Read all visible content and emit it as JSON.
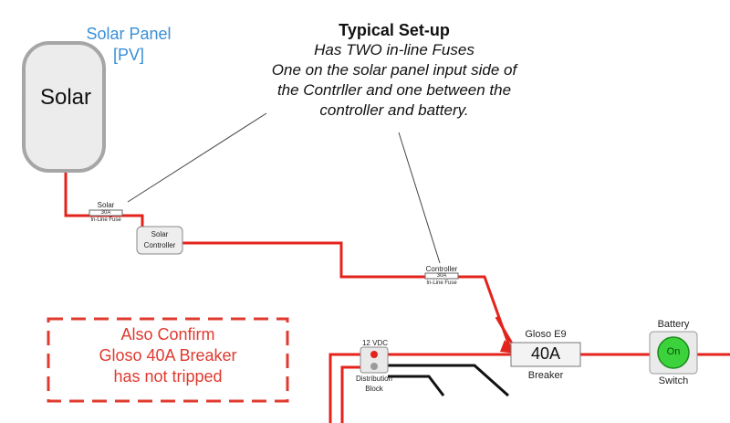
{
  "title": {
    "heading": "Typical Set-up",
    "lines": [
      "Has TWO in-line Fuses",
      "One on the solar panel input side of",
      "the Contrller and one between the",
      "controller and battery."
    ]
  },
  "solar_panel": {
    "caption_line1": "Solar Panel",
    "caption_line2": "[PV]",
    "box_label": "Solar"
  },
  "fuses": {
    "solar": {
      "name": "Solar",
      "rating": "30A",
      "type": "In-Line Fuse"
    },
    "controller": {
      "name": "Controller",
      "rating": "30A",
      "type": "In-Line Fuse"
    }
  },
  "solar_controller": {
    "line1": "Solar",
    "line2": "Controller"
  },
  "breaker": {
    "brand": "Gloso  E9",
    "rating": "40A",
    "caption": "Breaker"
  },
  "battery_switch": {
    "top": "Battery",
    "state": "On",
    "bottom": "Switch"
  },
  "distribution_block": {
    "voltage": "12 VDC",
    "line1": "Distribution",
    "line2": "Block"
  },
  "warning": {
    "lines": [
      "Also Confirm",
      "Gloso 40A Breaker",
      "has not tripped"
    ]
  },
  "colors": {
    "wire": "#e4231c",
    "ground": "#111111",
    "caption_blue": "#3a8fd6",
    "warning": "#e03a2f",
    "switch_green": "#3bd23b"
  }
}
